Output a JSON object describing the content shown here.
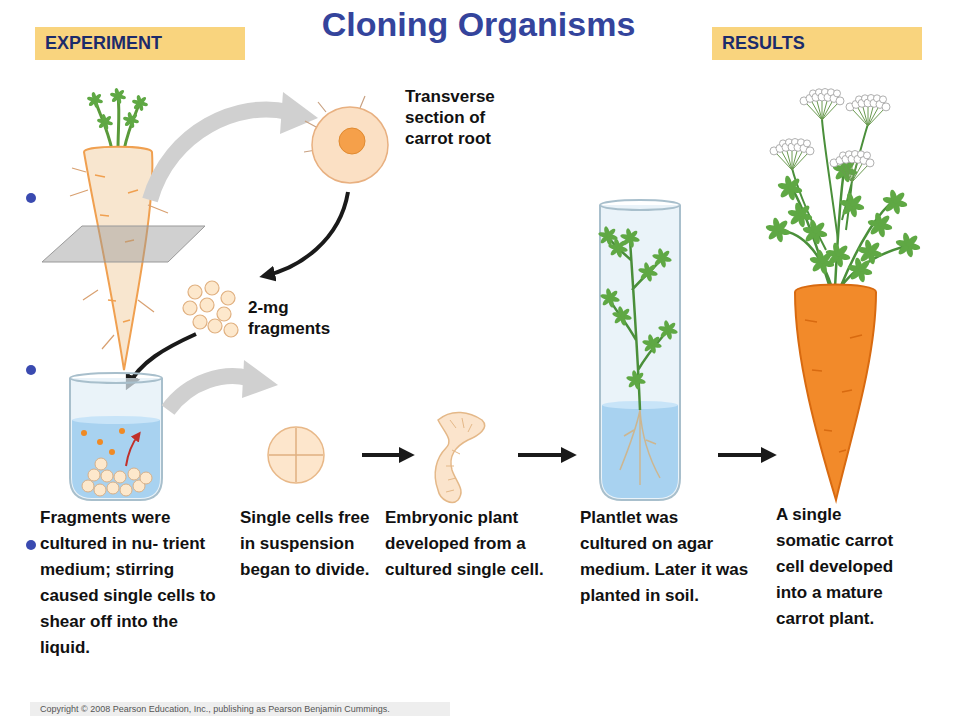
{
  "diagram": {
    "title": "Cloning Organisms",
    "nodes": [
      {
        "text": [
          "EXPERIMENT"
        ]
      },
      {
        "text": [
          "RESULTS"
        ]
      }
    ],
    "labels": [
      "Transverse section of carrot root",
      "2-mg fragments",
      "Fragments were cultured in nu- trient medium; stirring caused single cells to shear off into the liquid.",
      "Single cells free in suspension began to divide.",
      "Embryonic plant developed from a cultured single cell.",
      "Plantlet was cultured on agar medium. Later it was planted in soil.",
      "A single somatic carrot cell developed into a mature carrot plant.",
      "Copyright © 2008 Pearson Education, Inc., publishing as Pearson Benjamin Cummings."
    ]
  }
}
